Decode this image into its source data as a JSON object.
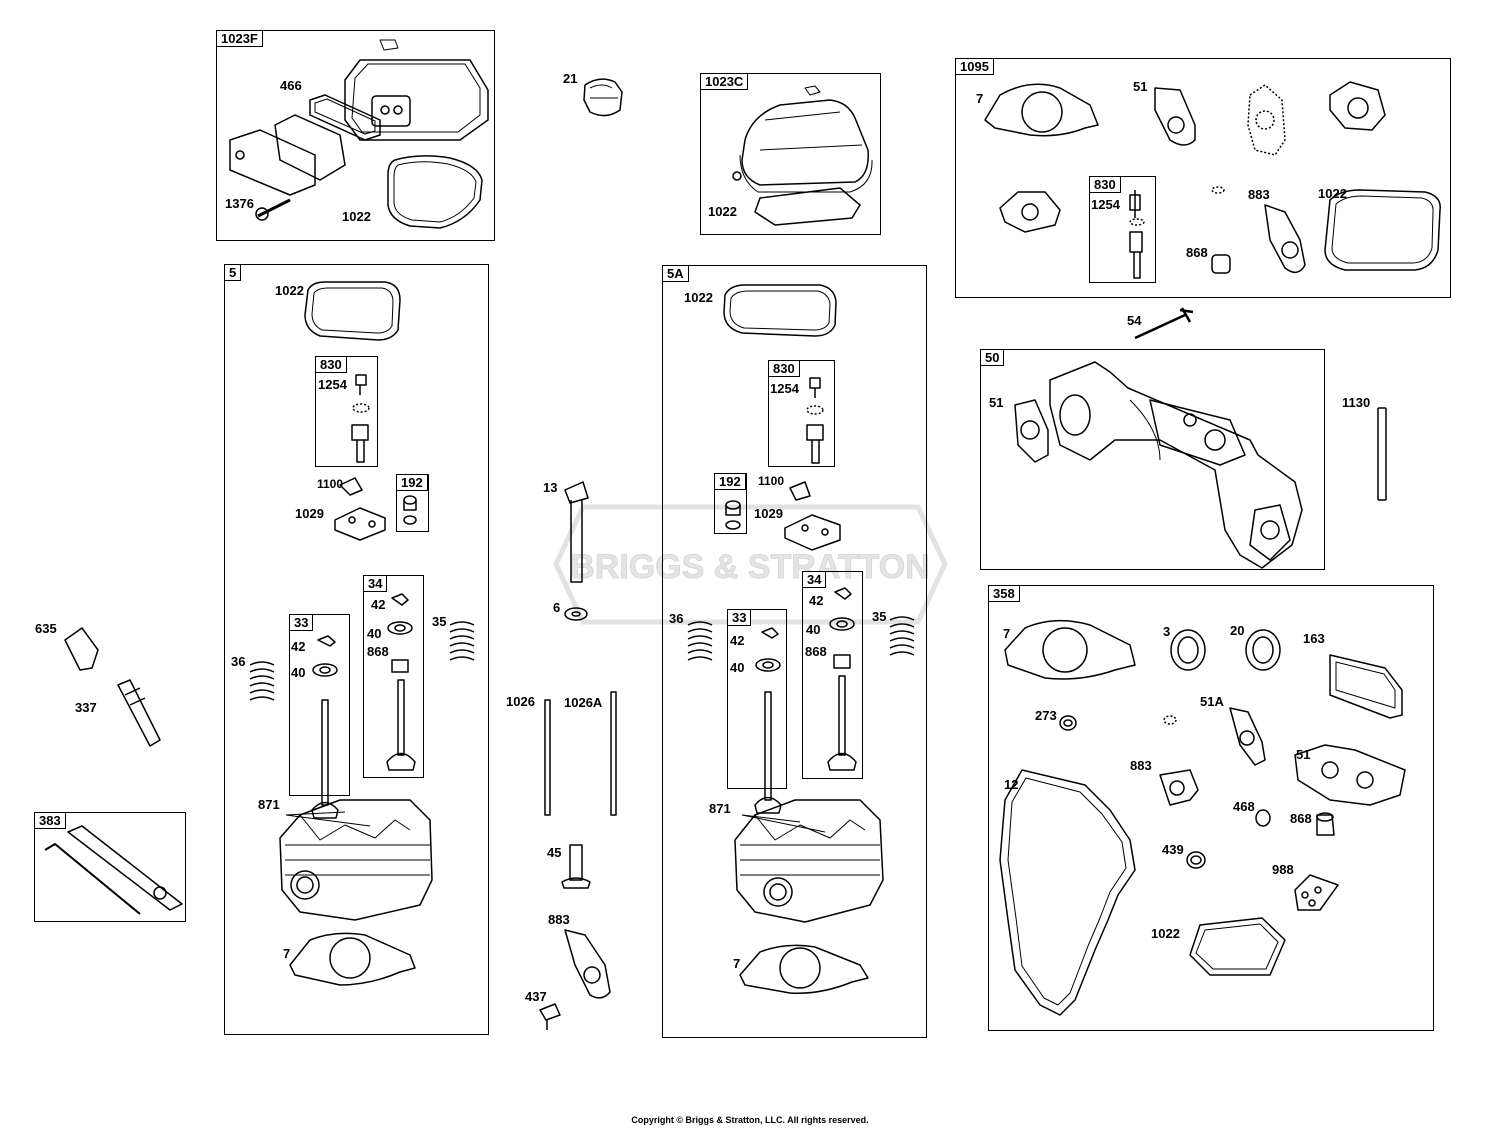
{
  "boxes": {
    "b1023F": "1023F",
    "b1023C": "1023C",
    "b1095": "1095",
    "b5": "5",
    "b5A": "5A",
    "b50": "50",
    "b358": "358",
    "b383": "383",
    "b5_830": "830",
    "b5_192": "192",
    "b5_34": "34",
    "b5_33": "33",
    "b5A_830": "830",
    "b5A_192": "192",
    "b5A_34": "34",
    "b5A_33": "33",
    "b1095_830": "830"
  },
  "labels": {
    "l466": "466",
    "l1376": "1376",
    "l1022_a": "1022",
    "l21": "21",
    "l1022_b": "1022",
    "l7_a": "7",
    "l51_a": "51",
    "l1254_a": "1254",
    "l883_a": "883",
    "l1022_c": "1022",
    "l868_a": "868",
    "l1022_5": "1022",
    "l1254_5": "1254",
    "l1100_5": "1100",
    "l1029_5": "1029",
    "l42_5": "42",
    "l40_5": "40",
    "l868_5": "868",
    "l42b_5": "42",
    "l40b_5": "40",
    "l35_5": "35",
    "l36_5": "36",
    "l871_5": "871",
    "l7_5": "7",
    "l13": "13",
    "l6": "6",
    "l1026": "1026",
    "l1026A": "1026A",
    "l45": "45",
    "l883_m": "883",
    "l437": "437",
    "l1022_5A": "1022",
    "l1254_5A": "1254",
    "l1100_5A": "1100",
    "l1029_5A": "1029",
    "l36_5A": "36",
    "l42_5A": "42",
    "l40_5A": "40",
    "l42b_5A": "42",
    "l40b_5A": "40",
    "l868_5A": "868",
    "l35_5A": "35",
    "l871_5A": "871",
    "l7_5A": "7",
    "l54": "54",
    "l51_50": "51",
    "l1130": "1130",
    "l7_358": "7",
    "l3": "3",
    "l20": "20",
    "l163": "163",
    "l273": "273",
    "l51A": "51A",
    "l12": "12",
    "l883_358": "883",
    "l51_358": "51",
    "l468": "468",
    "l868_358": "868",
    "l439": "439",
    "l988": "988",
    "l1022_358": "1022",
    "l635": "635",
    "l337": "337"
  },
  "watermark_text": "BRIGGS & STRATTON",
  "copyright": "Copyright © Briggs & Stratton, LLC. All rights reserved."
}
